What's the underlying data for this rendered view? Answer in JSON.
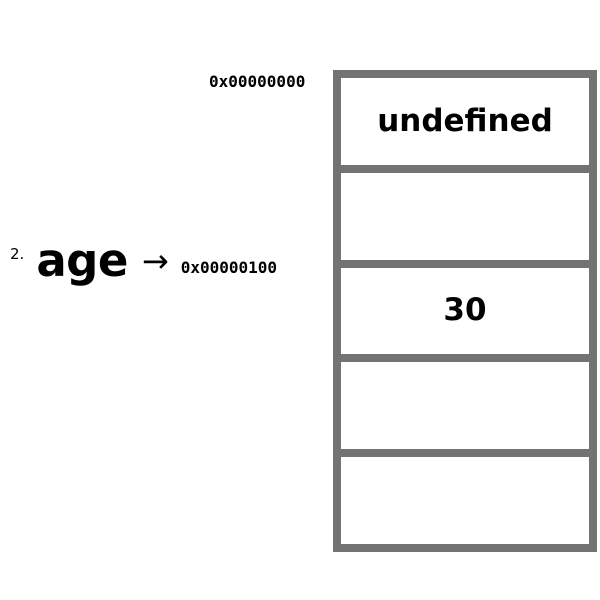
{
  "diagram": {
    "type": "memory-model",
    "item_number": "2.",
    "variable_name": "age",
    "arrow_icon": "right-arrow-icon",
    "pointer_address": "0x00000100",
    "base_address": "0x00000000",
    "colors": {
      "cell_border": "#737373",
      "cell_fill": "#ffffff",
      "text": "#000000",
      "background": "#ffffff"
    },
    "memory_cells": [
      {
        "index": 0,
        "address": "0x00000000",
        "value": "undefined",
        "empty": false
      },
      {
        "index": 1,
        "address": "",
        "value": "",
        "empty": true
      },
      {
        "index": 2,
        "address": "0x00000100",
        "value": "30",
        "empty": false
      },
      {
        "index": 3,
        "address": "",
        "value": "",
        "empty": true
      },
      {
        "index": 4,
        "address": "",
        "value": "",
        "empty": true
      }
    ]
  }
}
